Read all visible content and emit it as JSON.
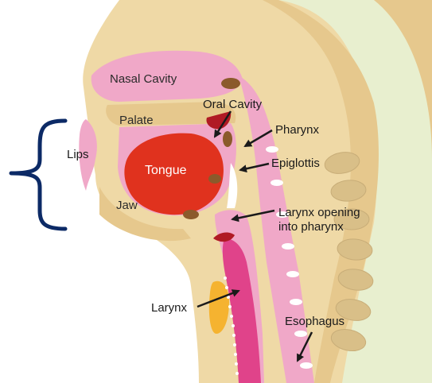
{
  "labels": {
    "nasal_cavity": "Nasal Cavity",
    "oral_cavity": "Oral Cavity",
    "palate": "Palate",
    "pharynx": "Pharynx",
    "lips": "Lips",
    "tongue": "Tongue",
    "epiglottis": "Epiglottis",
    "jaw": "Jaw",
    "larynx_opening_line1": "Larynx opening",
    "larynx_opening_line2": "into pharynx",
    "larynx": "Larynx",
    "esophagus": "Esophagus"
  },
  "colors": {
    "skin": "#efd9a6",
    "bone": "#e6c88d",
    "mucosa": "#f0a8c8",
    "tongue": "#e0321e",
    "esophagus": "#e0438a",
    "background_tissue": "#e8efcf",
    "bracket": "#0c2a66",
    "arrows": "#1a1a1a"
  }
}
